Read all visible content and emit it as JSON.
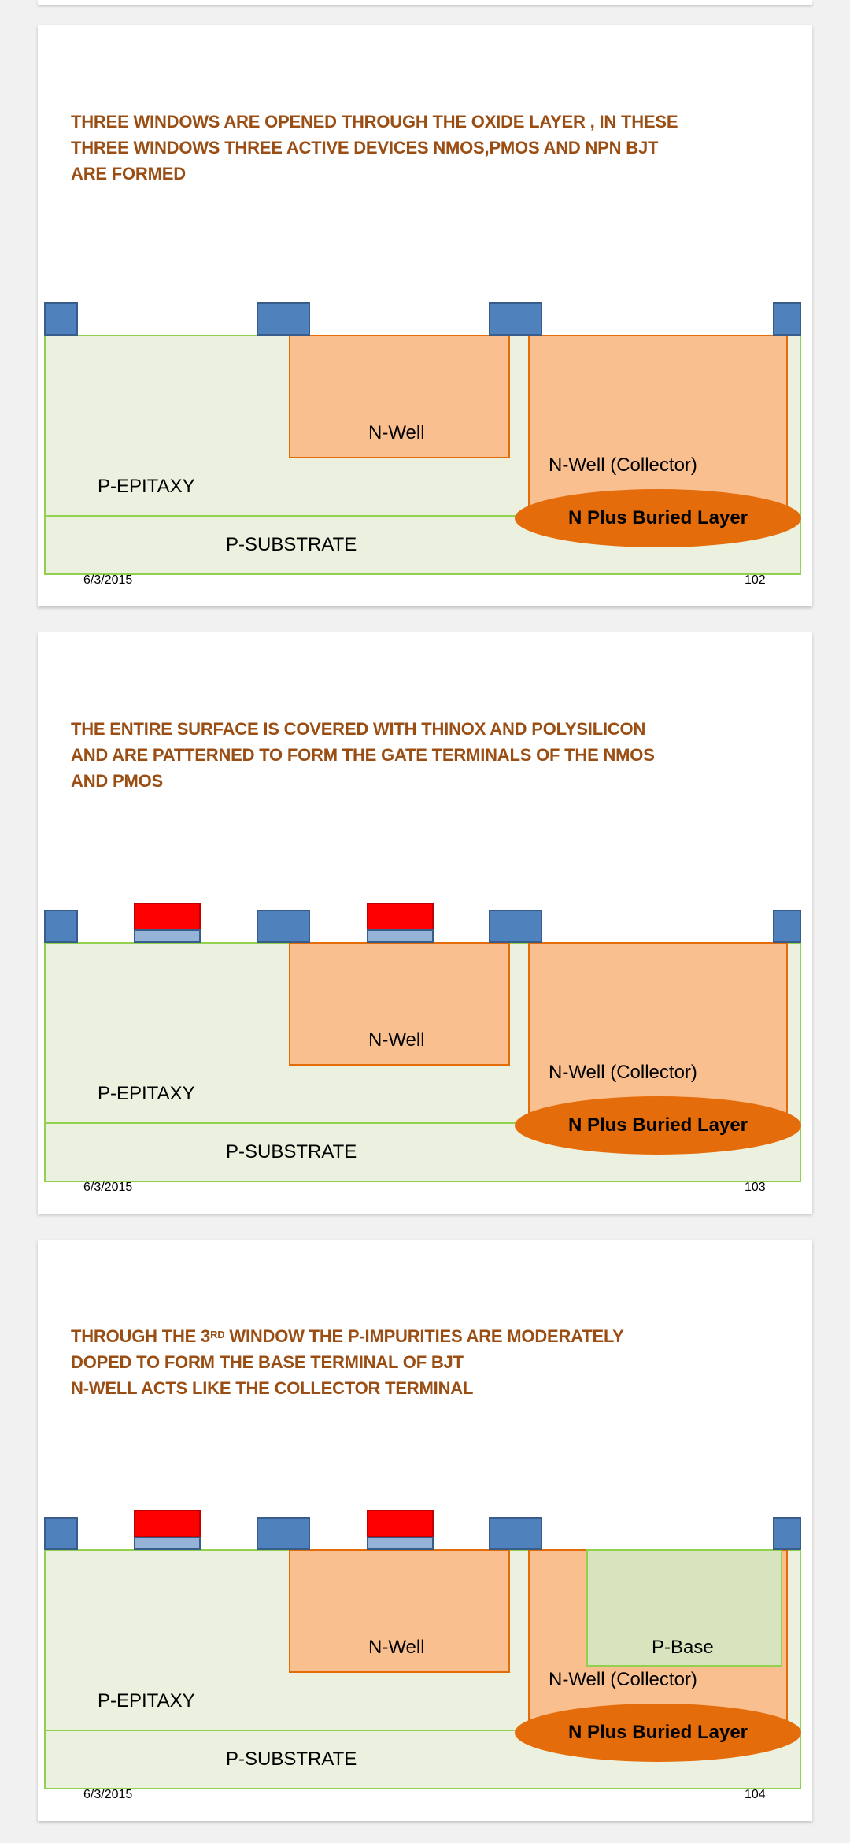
{
  "slides": [
    {
      "title_lines": [
        "THREE WINDOWS ARE OPENED THROUGH THE OXIDE LAYER , IN THESE",
        "THREE WINDOWS  THREE ACTIVE DEVICES NMOS,PMOS AND NPN BJT",
        "ARE FORMED"
      ],
      "labels": {
        "nwell": "N-Well",
        "nwell_collector": "N-Well (Collector)",
        "p_epitaxy": "P-EPITAXY",
        "n_plus_buried": "N Plus Buried Layer",
        "p_substrate": "P-SUBSTRATE"
      },
      "date": "6/3/2015",
      "page_number": "102"
    },
    {
      "title_lines": [
        "THE ENTIRE SURFACE IS COVERED WITH THINOX AND POLYSILICON",
        "AND ARE PATTERNED TO FORM THE GATE TERMINALS OF THE NMOS",
        "AND PMOS"
      ],
      "labels": {
        "nwell": "N-Well",
        "nwell_collector": "N-Well (Collector)",
        "p_epitaxy": "P-EPITAXY",
        "n_plus_buried": "N Plus Buried Layer",
        "p_substrate": "P-SUBSTRATE"
      },
      "date": "6/3/2015",
      "page_number": "103"
    },
    {
      "title_line1_before": "THROUGH THE 3",
      "title_line1_sup": "RD",
      "title_line1_after": " WINDOW THE P-IMPURITIES ARE MODERATELY",
      "title_lines": [
        "DOPED TO FORM THE BASE TERMINAL OF BJT",
        "N-WELL ACTS LIKE THE COLLECTOR TERMINAL"
      ],
      "labels": {
        "nwell": "N-Well",
        "nwell_collector": "N-Well (Collector)",
        "p_base": "P-Base",
        "p_epitaxy": "P-EPITAXY",
        "n_plus_buried": "N Plus Buried Layer",
        "p_substrate": "P-SUBSTRATE"
      },
      "date": "6/3/2015",
      "page_number": "104"
    }
  ]
}
